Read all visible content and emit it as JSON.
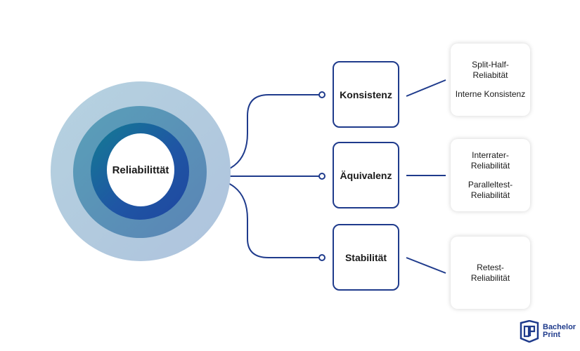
{
  "center": {
    "label": "Reliabilittät"
  },
  "categories": [
    {
      "label": "Konsistenz",
      "details": [
        "Split-Half-\nReliabität",
        "Interne Konsistenz"
      ]
    },
    {
      "label": "Äquivalenz",
      "details": [
        "Interrater-\nReliabilität",
        "Paralleltest-\nReliabilität"
      ]
    },
    {
      "label": "Stabilität",
      "details": [
        "Retest-\nReliabilität"
      ]
    }
  ],
  "logo": {
    "line1": "Bachelor",
    "line2": "Print",
    "icon": "bachelorprint-logo-icon"
  },
  "colors": {
    "line": "#1f3b8c",
    "outer_ring": "#b9cfe0",
    "middle_ring": "#5e91b5",
    "inner_ring": "#1f4f9e",
    "box_border": "#1f3b8c"
  }
}
